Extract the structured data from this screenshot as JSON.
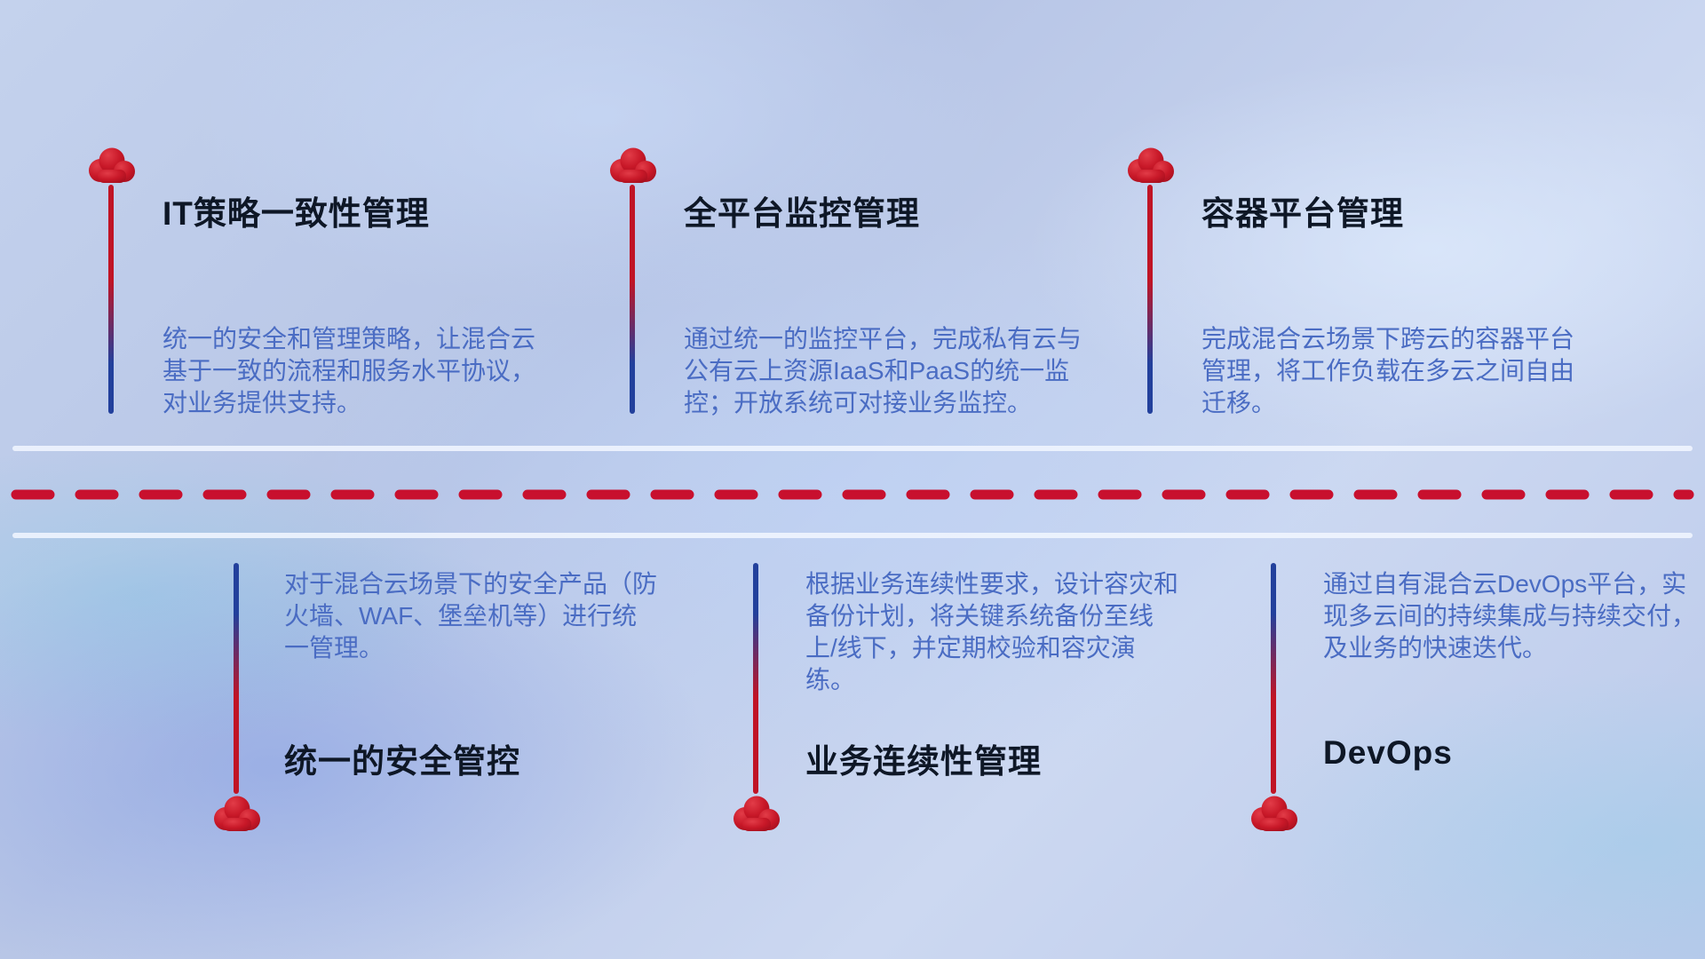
{
  "theme": {
    "cloud_red": "#c81828",
    "line_red": "#c01425",
    "line_blue": "#22409c",
    "dash_red": "#c8102e",
    "title_color": "#0e1726",
    "desc_color": "#4a6cc3",
    "separator_color": "#f2f7ff"
  },
  "top_items": [
    {
      "title": "IT策略一致性管理",
      "desc": "统一的安全和管理策略，让混合云基于一致的流程和服务水平协议，对业务提供支持。"
    },
    {
      "title": "全平台监控管理",
      "desc": "通过统一的监控平台，完成私有云与公有云上资源IaaS和PaaS的统一监控；开放系统可对接业务监控。"
    },
    {
      "title": "容器平台管理",
      "desc": "完成混合云场景下跨云的容器平台管理，将工作负载在多云之间自由迁移。"
    }
  ],
  "bottom_items": [
    {
      "title": "统一的安全管控",
      "desc": "对于混合云场景下的安全产品（防火墙、WAF、堡垒机等）进行统一管理。"
    },
    {
      "title": "业务连续性管理",
      "desc": "根据业务连续性要求，设计容灾和备份计划，将关键系统备份至线上/线下，并定期校验和容灾演练。"
    },
    {
      "title": "DevOps",
      "desc": "通过自有混合云DevOps平台，实现多云间的持续集成与持续交付，及业务的快速迭代。"
    }
  ]
}
